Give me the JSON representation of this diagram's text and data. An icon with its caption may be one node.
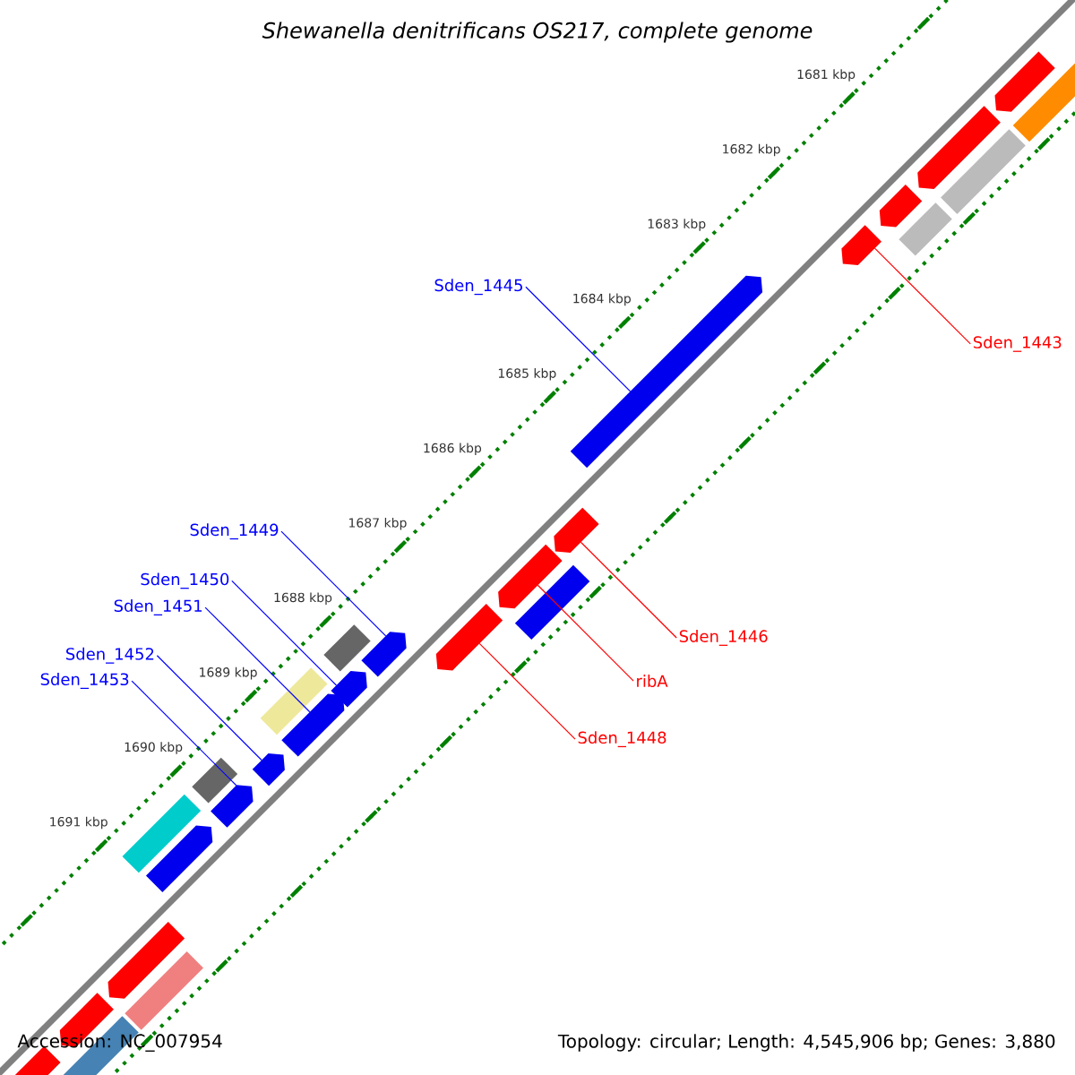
{
  "diagram": {
    "title": "Shewanella denitrificans OS217, complete genome",
    "nodes": [
      {
        "text": [],
        "shape": "pentagon"
      },
      {
        "text": [],
        "shape": "box"
      },
      {
        "text": [],
        "shape": "pentagon"
      },
      {
        "text": [],
        "shape": "box"
      },
      {
        "text": [],
        "shape": "pentagon"
      },
      {
        "text": [],
        "shape": "box"
      },
      {
        "text": [],
        "shape": "pentagon"
      },
      {
        "text": [],
        "shape": "pentagon"
      },
      {
        "text": [],
        "shape": "pentagon"
      },
      {
        "text": [],
        "shape": "pentagon"
      },
      {
        "text": [],
        "shape": "box"
      },
      {
        "text": [],
        "shape": "pentagon"
      },
      {
        "text": [],
        "shape": "box"
      },
      {
        "text": [],
        "shape": "pentagon"
      },
      {
        "text": [],
        "shape": "pentagon"
      },
      {
        "text": [],
        "shape": "box"
      },
      {
        "text": [],
        "shape": "pentagon"
      },
      {
        "text": [],
        "shape": "pentagon"
      },
      {
        "text": [],
        "shape": "box"
      },
      {
        "text": [],
        "shape": "pentagon"
      },
      {
        "text": [],
        "shape": "box"
      },
      {
        "text": [],
        "shape": "pentagon"
      },
      {
        "text": [],
        "shape": "pentagon"
      },
      {
        "text": [],
        "shape": "box"
      },
      {
        "text": [],
        "shape": "pentagon"
      },
      {
        "text": [],
        "shape": "box"
      },
      {
        "text": [],
        "shape": "pentagon"
      },
      {
        "text": [
          "Sden_1445"
        ]
      },
      {
        "text": [
          "Sden_1443"
        ]
      },
      {
        "text": [
          "Sden_1449"
        ]
      },
      {
        "text": [
          "Sden_1450"
        ]
      },
      {
        "text": [
          "Sden_1451"
        ]
      },
      {
        "text": [
          "Sden_1446"
        ]
      },
      {
        "text": [
          "Sden_1452"
        ]
      },
      {
        "text": [
          "ribA"
        ]
      },
      {
        "text": [
          "Sden_1453"
        ]
      },
      {
        "text": [
          "Sden_1448"
        ]
      }
    ],
    "edges": [
      {
        "from": 27,
        "to": 7,
        "arrow": "none"
      },
      {
        "from": 28,
        "to": 6,
        "arrow": "none",
        "color": "#ff0000"
      },
      {
        "from": 29,
        "to": 13,
        "arrow": "none"
      },
      {
        "from": 30,
        "to": 14,
        "arrow": "none"
      },
      {
        "from": 31,
        "to": 16,
        "arrow": "none"
      },
      {
        "from": 32,
        "to": 8,
        "arrow": "none",
        "color": "#ff0000"
      },
      {
        "from": 33,
        "to": 17,
        "arrow": "none"
      },
      {
        "from": 34,
        "to": 9,
        "arrow": "none",
        "color": "#ff0000"
      },
      {
        "from": 35,
        "to": 19,
        "arrow": "none"
      },
      {
        "from": 36,
        "to": 11,
        "arrow": "none",
        "color": "#ff0000"
      }
    ],
    "labels": [
      "1681 kbp",
      "1682 kbp",
      "1683 kbp",
      "1684 kbp",
      "1685 kbp",
      "1686 kbp",
      "1687 kbp",
      "1688 kbp",
      "1689 kbp",
      "1690 kbp",
      "1691 kbp",
      "Accession: NC_007954",
      "Topology: circular; Length: 4,545,906 bp; Genes: 3,880"
    ]
  }
}
